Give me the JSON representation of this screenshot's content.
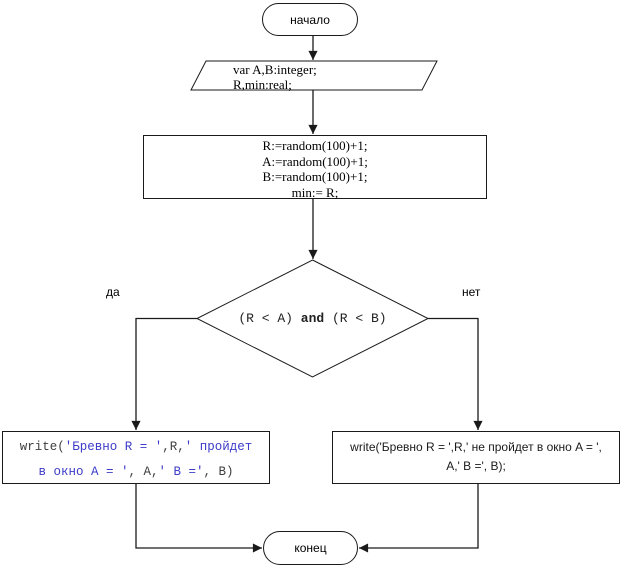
{
  "colors": {
    "line": "#1a1a1a",
    "string-text": "#3c3cc8",
    "code-text": "#3f3f3f",
    "plain-text": "#000000"
  },
  "flowchart": {
    "start": {
      "label": "начало"
    },
    "declaration": {
      "line1": "var A,B:integer;",
      "line2": "R,min:real;"
    },
    "process": {
      "line1": "R:=random(100)+1;",
      "line2": "A:=random(100)+1;",
      "line3": "B:=random(100)+1;",
      "line4": "min:= R;"
    },
    "decision": {
      "segments": [
        {
          "t": "(R < A) "
        },
        {
          "t": "and",
          "b": 1
        },
        {
          "t": " (R < B)"
        }
      ]
    },
    "yes_label": "да",
    "no_label": "нет",
    "output_yes": {
      "line1": [
        {
          "t": "write(",
          "c": "code"
        },
        {
          "t": "'Бревно R = '",
          "c": "str"
        },
        {
          "t": ",R,",
          "c": "code"
        },
        {
          "t": "' пройдет",
          "c": "str"
        }
      ],
      "line2": [
        {
          "t": "в окно A = '",
          "c": "str"
        },
        {
          "t": ", A,",
          "c": "code"
        },
        {
          "t": "' B ='",
          "c": "str"
        },
        {
          "t": ", B)",
          "c": "code"
        }
      ]
    },
    "output_no": {
      "line1": "write('Бревно  R = ',R,' не пройдет в окно A = ',",
      "line2": "A,' B =', B);"
    },
    "end": {
      "label": "конец"
    }
  }
}
